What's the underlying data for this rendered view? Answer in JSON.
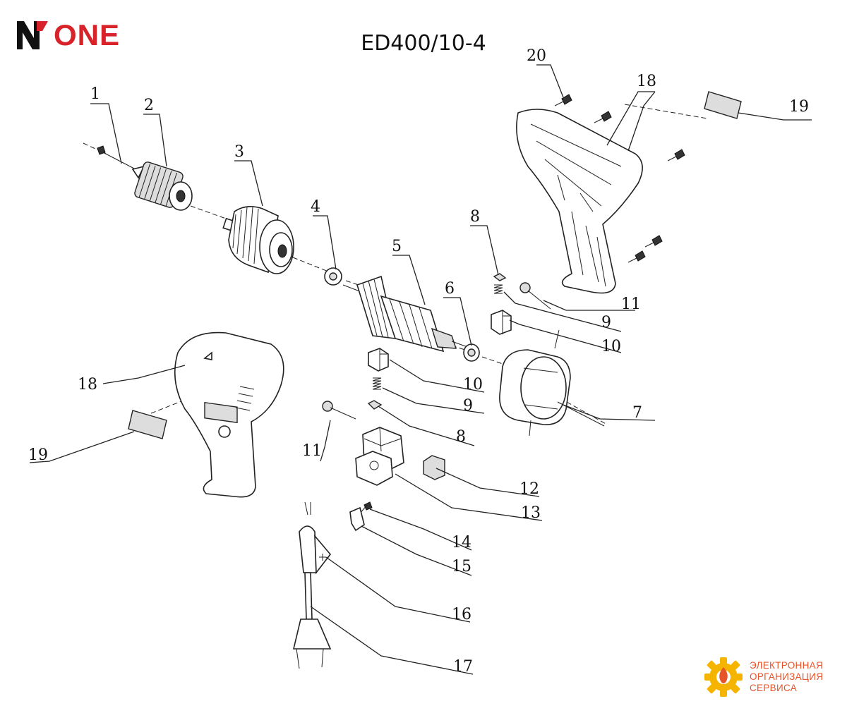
{
  "brand": {
    "logo_text": "ONE",
    "accent": "#d8232a"
  },
  "title": "ED400/10-4",
  "callouts": [
    {
      "id": "c1",
      "label": "1"
    },
    {
      "id": "c2",
      "label": "2"
    },
    {
      "id": "c3",
      "label": "3"
    },
    {
      "id": "c4",
      "label": "4"
    },
    {
      "id": "c5",
      "label": "5"
    },
    {
      "id": "c6",
      "label": "6"
    },
    {
      "id": "c7",
      "label": "7"
    },
    {
      "id": "c8a",
      "label": "8"
    },
    {
      "id": "c8b",
      "label": "8"
    },
    {
      "id": "c9a",
      "label": "9"
    },
    {
      "id": "c9b",
      "label": "9"
    },
    {
      "id": "c10a",
      "label": "10"
    },
    {
      "id": "c10b",
      "label": "10"
    },
    {
      "id": "c11a",
      "label": "11"
    },
    {
      "id": "c11b",
      "label": "11"
    },
    {
      "id": "c12",
      "label": "12"
    },
    {
      "id": "c13",
      "label": "13"
    },
    {
      "id": "c14",
      "label": "14"
    },
    {
      "id": "c15",
      "label": "15"
    },
    {
      "id": "c16",
      "label": "16"
    },
    {
      "id": "c17",
      "label": "17"
    },
    {
      "id": "c18a",
      "label": "18"
    },
    {
      "id": "c18b",
      "label": "18"
    },
    {
      "id": "c19a",
      "label": "19"
    },
    {
      "id": "c19b",
      "label": "19"
    },
    {
      "id": "c20",
      "label": "20"
    }
  ],
  "service_mark": {
    "lines": [
      "ЭЛЕКТРОННАЯ",
      "ОРГАНИЗАЦИЯ",
      "СЕРВИСА"
    ],
    "color": "#e8542a",
    "gear_color": "#f5b400"
  }
}
